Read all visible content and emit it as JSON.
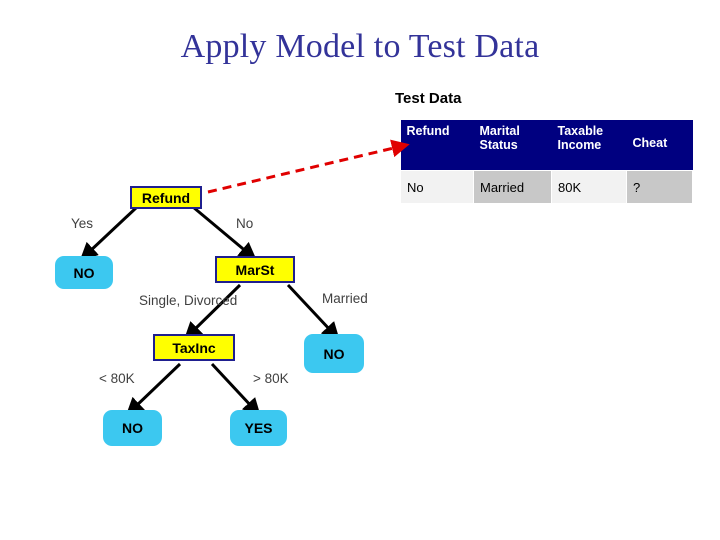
{
  "slide": {
    "title": "Apply Model to Test Data",
    "title_color": "#333399",
    "background": "#ffffff"
  },
  "test_data": {
    "caption": "Test Data",
    "headers": [
      "Refund",
      "Marital Status",
      "Taxable Income",
      "Cheat"
    ],
    "header_lines": [
      [
        "Refund"
      ],
      [
        "Marital",
        "Status"
      ],
      [
        "Taxable",
        "Income"
      ],
      [
        "Cheat"
      ]
    ],
    "rows": [
      {
        "refund": "No",
        "marital_status": "Married",
        "taxable_income": "80K",
        "cheat": "?"
      }
    ],
    "header_bg": "#000080",
    "header_fg": "#ffffff",
    "cell_bg_light": "#f2f2f2",
    "cell_bg_dark": "#c8c8c8"
  },
  "pointer": {
    "name": "red-dashed-arrow",
    "color": "#e00000",
    "style": "dashed",
    "from": "Refund node",
    "to": "Test Data table"
  },
  "tree": {
    "nodes": [
      {
        "id": "refund",
        "label": "Refund",
        "type": "internal"
      },
      {
        "id": "marst",
        "label": "MarSt",
        "type": "internal"
      },
      {
        "id": "taxinc",
        "label": "TaxInc",
        "type": "internal"
      },
      {
        "id": "leaf-no-1",
        "label": "NO",
        "type": "leaf"
      },
      {
        "id": "leaf-no-2",
        "label": "NO",
        "type": "leaf"
      },
      {
        "id": "leaf-no-3",
        "label": "NO",
        "type": "leaf"
      },
      {
        "id": "leaf-yes",
        "label": "YES",
        "type": "leaf"
      }
    ],
    "edge_labels": [
      {
        "id": "yes",
        "text": "Yes"
      },
      {
        "id": "no",
        "text": "No"
      },
      {
        "id": "single-divorced",
        "text": "Single, Divorced"
      },
      {
        "id": "married",
        "text": "Married"
      },
      {
        "id": "lt-80k",
        "text": "< 80K"
      },
      {
        "id": "gt-80k",
        "text": "> 80K"
      }
    ],
    "node_fill_internal": "#ffff00",
    "node_border_internal": "#1f1f8f",
    "node_fill_leaf": "#3cc8f0",
    "edge_color": "#000000"
  }
}
